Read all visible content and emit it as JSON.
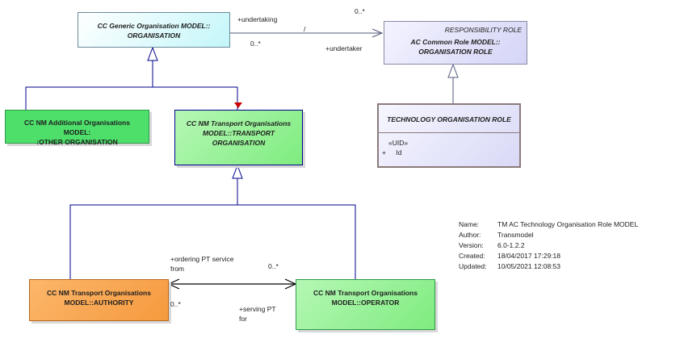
{
  "classes": {
    "generic_org": {
      "line1": "CC Generic Organisation MODEL::",
      "line2": "ORGANISATION"
    },
    "responsibility_role": {
      "stereotype": "RESPONSIBILITY ROLE",
      "line1": "AC Common Role MODEL::",
      "line2": "ORGANISATION ROLE"
    },
    "technology_role": {
      "title": "TECHNOLOGY ORGANISATION ROLE",
      "stereo": "«UID»",
      "attr_vis": "+",
      "attr_name": "Id"
    },
    "additional_org": {
      "line1": "CC NM Additional Organisations MODEL:",
      "line2": ":OTHER ORGANISATION"
    },
    "transport_org": {
      "line1": "CC NM Transport Organisations",
      "line2": "MODEL::TRANSPORT",
      "line3": "ORGANISATION"
    },
    "authority": {
      "line1": "CC NM Transport Organisations",
      "line2": "MODEL::AUTHORITY"
    },
    "operator": {
      "line1": "CC NM Transport Organisations",
      "line2": "MODEL::OPERATOR"
    }
  },
  "labels": {
    "undertaking": "+undertaking",
    "undertaking_mult": "0..*",
    "undertaker": "+undertaker",
    "undertaker_mult": "0..*",
    "slash": "/",
    "ordering_1": "+ordering PT service",
    "ordering_2": "from",
    "ordering_mult": "0..*",
    "serving_1": "+serving PT",
    "serving_2": "for",
    "serving_mult": "0..*"
  },
  "metadata": [
    {
      "key": "Name:",
      "value": "TM AC Technology Organisation Role MODEL"
    },
    {
      "key": "Author:",
      "value": "Transmodel"
    },
    {
      "key": "Version:",
      "value": "6.0-1.2.2"
    },
    {
      "key": "Created:",
      "value": "18/04/2017 17:29:18"
    },
    {
      "key": "Updated:",
      "value": "10/05/2021 12:08:53"
    }
  ],
  "colors": {
    "generic_fill": "#cdfbfb",
    "role_fill": "#dcdcf8",
    "green_fill": "#8ef08e",
    "bright_green_fill": "#4ddf6a",
    "orange_fill": "#f9a34f",
    "line": "#00008b"
  }
}
